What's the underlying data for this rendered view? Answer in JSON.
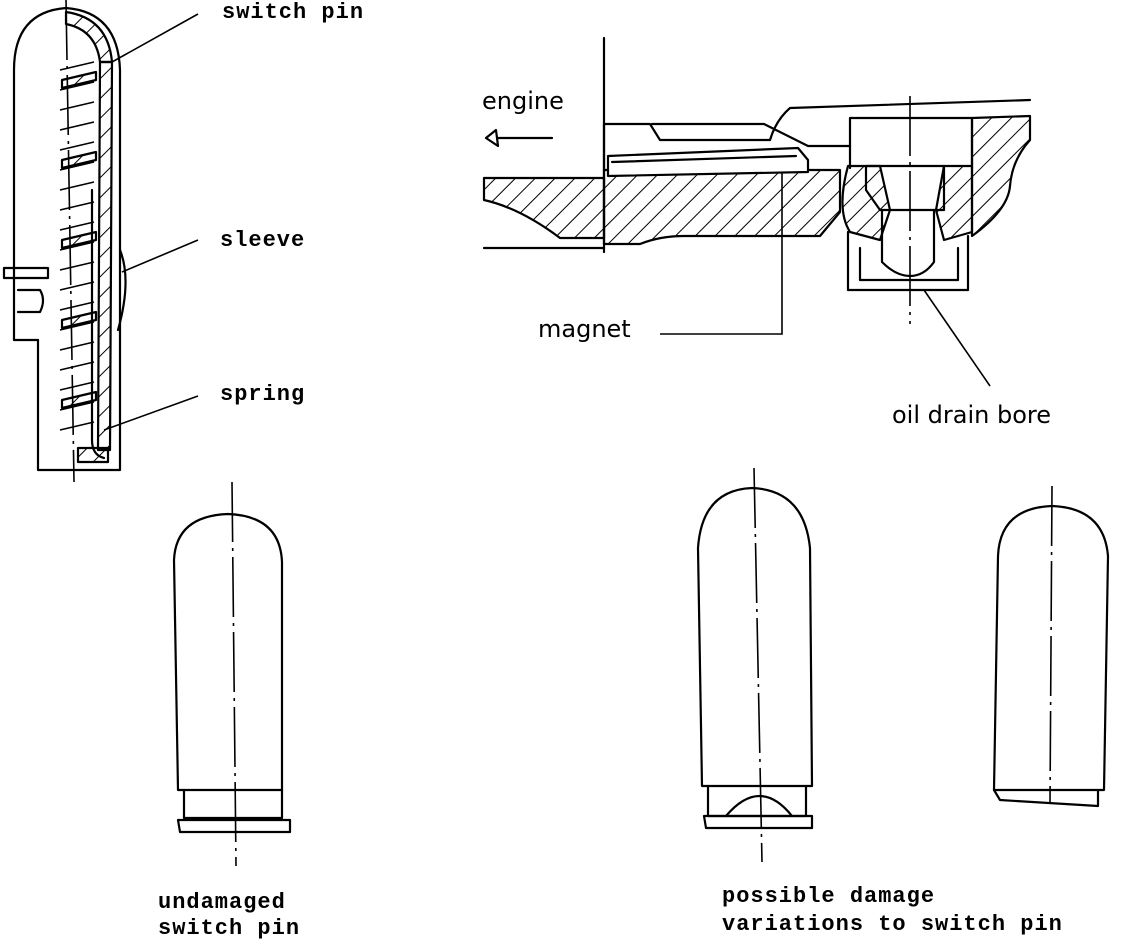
{
  "labels": {
    "switch_pin": "switch pin",
    "sleeve": "sleeve",
    "spring": "spring",
    "engine": "engine",
    "magnet": "magnet",
    "oil_drain_bore": "oil drain bore",
    "undamaged_line1": "undamaged",
    "undamaged_line2": "switch pin",
    "damage_line1": "possible damage",
    "damage_line2": "variations to switch pin"
  }
}
